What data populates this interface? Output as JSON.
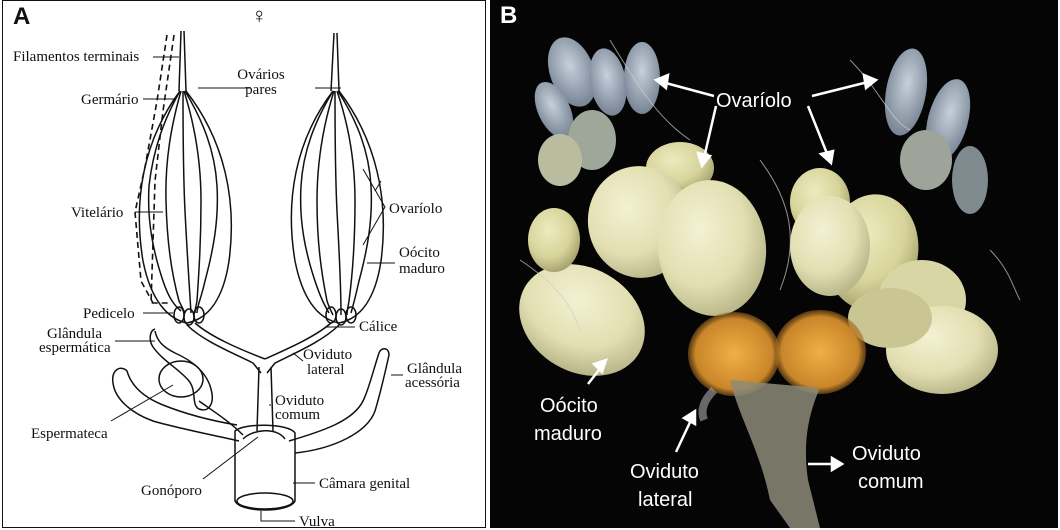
{
  "panel_a": {
    "letter": "A",
    "sex_symbol": "♀",
    "labels": {
      "filamentos": "Filamentos terminais",
      "germario": "Germário",
      "ovarios_l1": "Ovários",
      "ovarios_l2": "pares",
      "vitelario": "Vitelário",
      "ovariolo": "Ovaríolo",
      "oocito_l1": "Oócito",
      "oocito_l2": "maduro",
      "pedicelo": "Pedicelo",
      "glandula_esp_l1": "Glândula",
      "glandula_esp_l2": "espermática",
      "calice": "Cálice",
      "oviduto_lat_l1": "Oviduto",
      "oviduto_lat_l2": "lateral",
      "glandula_ac_l1": "Glândula",
      "glandula_ac_l2": "acessória",
      "oviduto_com_l1": "Oviduto",
      "oviduto_com_l2": "comum",
      "espermateca": "Espermateca",
      "gonoporo": "Gonóporo",
      "camara": "Câmara genital",
      "vulva": "Vulva"
    }
  },
  "panel_b": {
    "letter": "B",
    "labels": {
      "ovariolo": "Ovaríolo",
      "oocito_l1": "Oócito",
      "oocito_l2": "maduro",
      "oviduto_lat_l1": "Oviduto",
      "oviduto_lat_l2": "lateral",
      "oviduto_com_l1": "Oviduto",
      "oviduto_com_l2": "comum"
    }
  }
}
